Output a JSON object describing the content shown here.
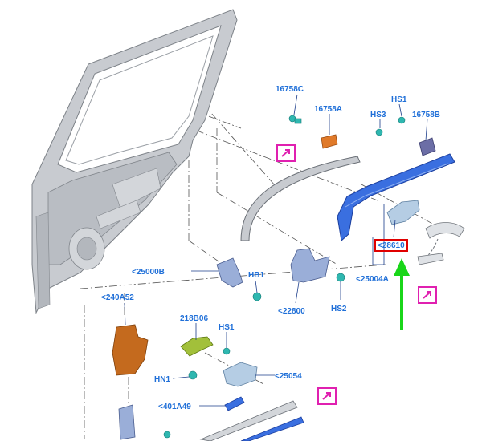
{
  "colors": {
    "label": "#1f6fd8",
    "leader": "#1a3c8a",
    "pink": "#e020b0",
    "green": "#19d619",
    "highlight": "#e00000",
    "orange": "#e07a2a",
    "blue": "#3a6fe0",
    "gray": "#c8cbd0",
    "teal": "#2fb7b0"
  },
  "icons": {
    "link": "external-link-arrow-icon",
    "pointer": "up-arrow-indicator-icon"
  },
  "labels": {
    "16758C": "16758C",
    "16758A": "16758A",
    "HS1_top": "HS1",
    "HS3": "HS3",
    "16758B": "16758B",
    "28610": "<28610",
    "25000B": "<25000B",
    "HB1": "HB1",
    "22800": "<22800",
    "HS2": "HS2",
    "25004A": "<25004A",
    "240A52": "<240A52",
    "218B06": "218B06",
    "HS1_bottom": "HS1",
    "HN1": "HN1",
    "25054": "<25054",
    "401A49": "<401A49"
  }
}
